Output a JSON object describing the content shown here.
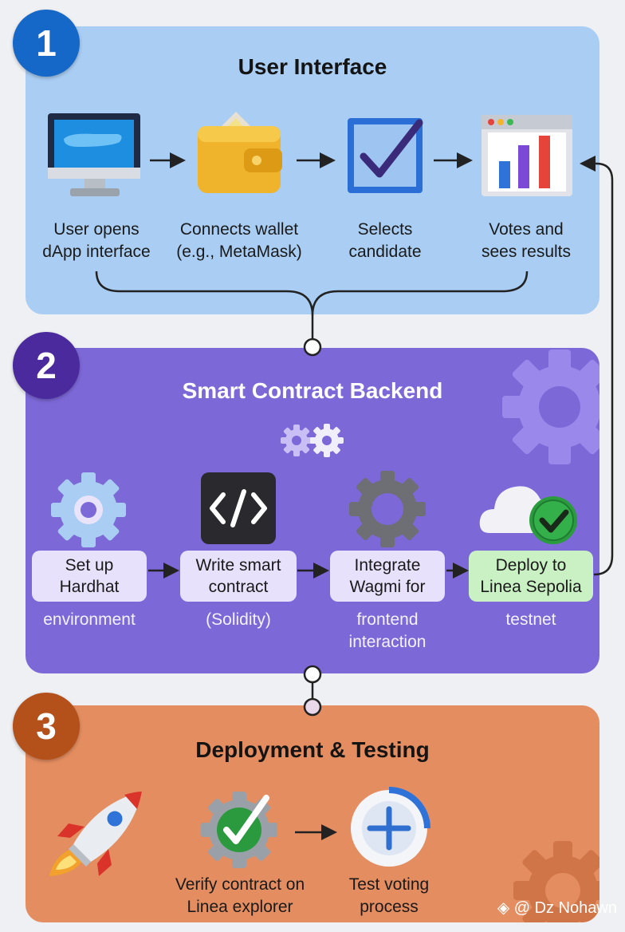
{
  "sections": [
    {
      "number": "1",
      "title": "User Interface",
      "steps": [
        {
          "line1": "User opens",
          "line2": "dApp interface",
          "icon": "monitor-icon"
        },
        {
          "line1": "Connects wallet",
          "line2": "(e.g., MetaMask)",
          "icon": "wallet-icon"
        },
        {
          "line1": "Selects",
          "line2": "candidate",
          "icon": "checkbox-icon"
        },
        {
          "line1": "Votes and",
          "line2": "sees results",
          "icon": "bar-chart-icon"
        }
      ]
    },
    {
      "number": "2",
      "title": "Smart Contract Backend",
      "steps": [
        {
          "box1": "Set up",
          "box2": "Hardhat",
          "below1": "environment",
          "below2": "",
          "icon": "gear-icon"
        },
        {
          "box1": "Write smart",
          "box2": "contract",
          "below1": "(Solidity)",
          "below2": "",
          "icon": "code-icon"
        },
        {
          "box1": "Integrate",
          "box2": "Wagmi for",
          "below1": "frontend",
          "below2": "interaction",
          "icon": "gear-icon"
        },
        {
          "box1": "Deploy to",
          "box2": "Linea Sepolia",
          "below1": "testnet",
          "below2": "",
          "icon": "cloud-check-icon"
        }
      ]
    },
    {
      "number": "3",
      "title": "Deployment & Testing",
      "steps": [
        {
          "line1": "",
          "line2": "",
          "icon": "rocket-icon"
        },
        {
          "line1": "Verify contract on",
          "line2": "Linea explorer",
          "icon": "gear-check-icon"
        },
        {
          "line1": "Test voting",
          "line2": "process",
          "icon": "plus-circle-icon"
        }
      ]
    }
  ],
  "watermark": "@ Dz Nohawn",
  "colors": {
    "section1": "#a9cdf3",
    "section2": "#7d68d8",
    "section3": "#e48d60",
    "badge1": "#1568c8",
    "badge2": "#4b2a9e",
    "badge3": "#b4501a"
  }
}
